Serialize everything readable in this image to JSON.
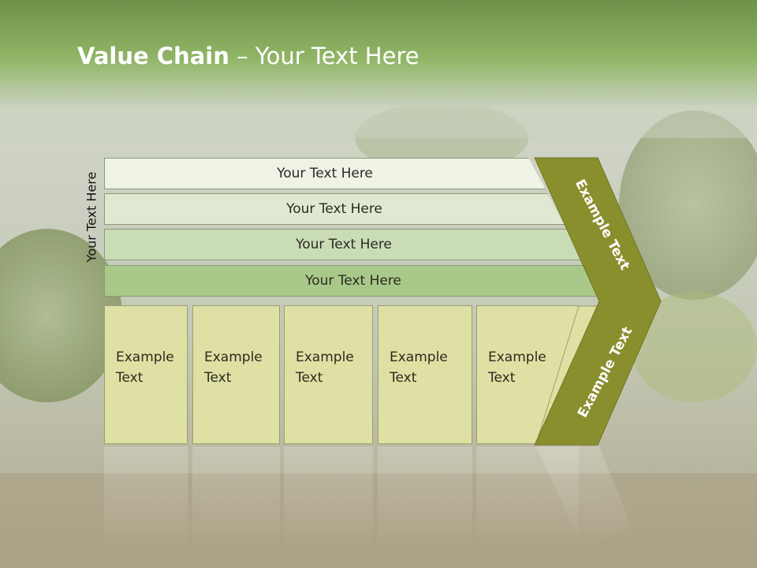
{
  "slide": {
    "title_bold": "Value Chain",
    "title_rest": " – Your Text Here"
  },
  "diagram": {
    "side_label": "Your Text Here",
    "bands": [
      {
        "label": "Your Text Here",
        "color": "#eef3e6"
      },
      {
        "label": "Your Text Here",
        "color": "#dfe9d2"
      },
      {
        "label": "Your Text Here",
        "color": "#cadcb6"
      },
      {
        "label": "Your Text Here",
        "color": "#a9c98a"
      }
    ],
    "boxes": [
      {
        "line1": "Example",
        "line2": "Text"
      },
      {
        "line1": "Example",
        "line2": "Text"
      },
      {
        "line1": "Example",
        "line2": "Text"
      },
      {
        "line1": "Example",
        "line2": "Text"
      },
      {
        "line1": "Example",
        "line2": "Text"
      }
    ],
    "chevron_top_label": "Example Text",
    "chevron_bottom_label": "Example Text",
    "chevron_color": "#8a8f2e",
    "box_color": "#dfe0a3",
    "header_color": "#8db366"
  }
}
